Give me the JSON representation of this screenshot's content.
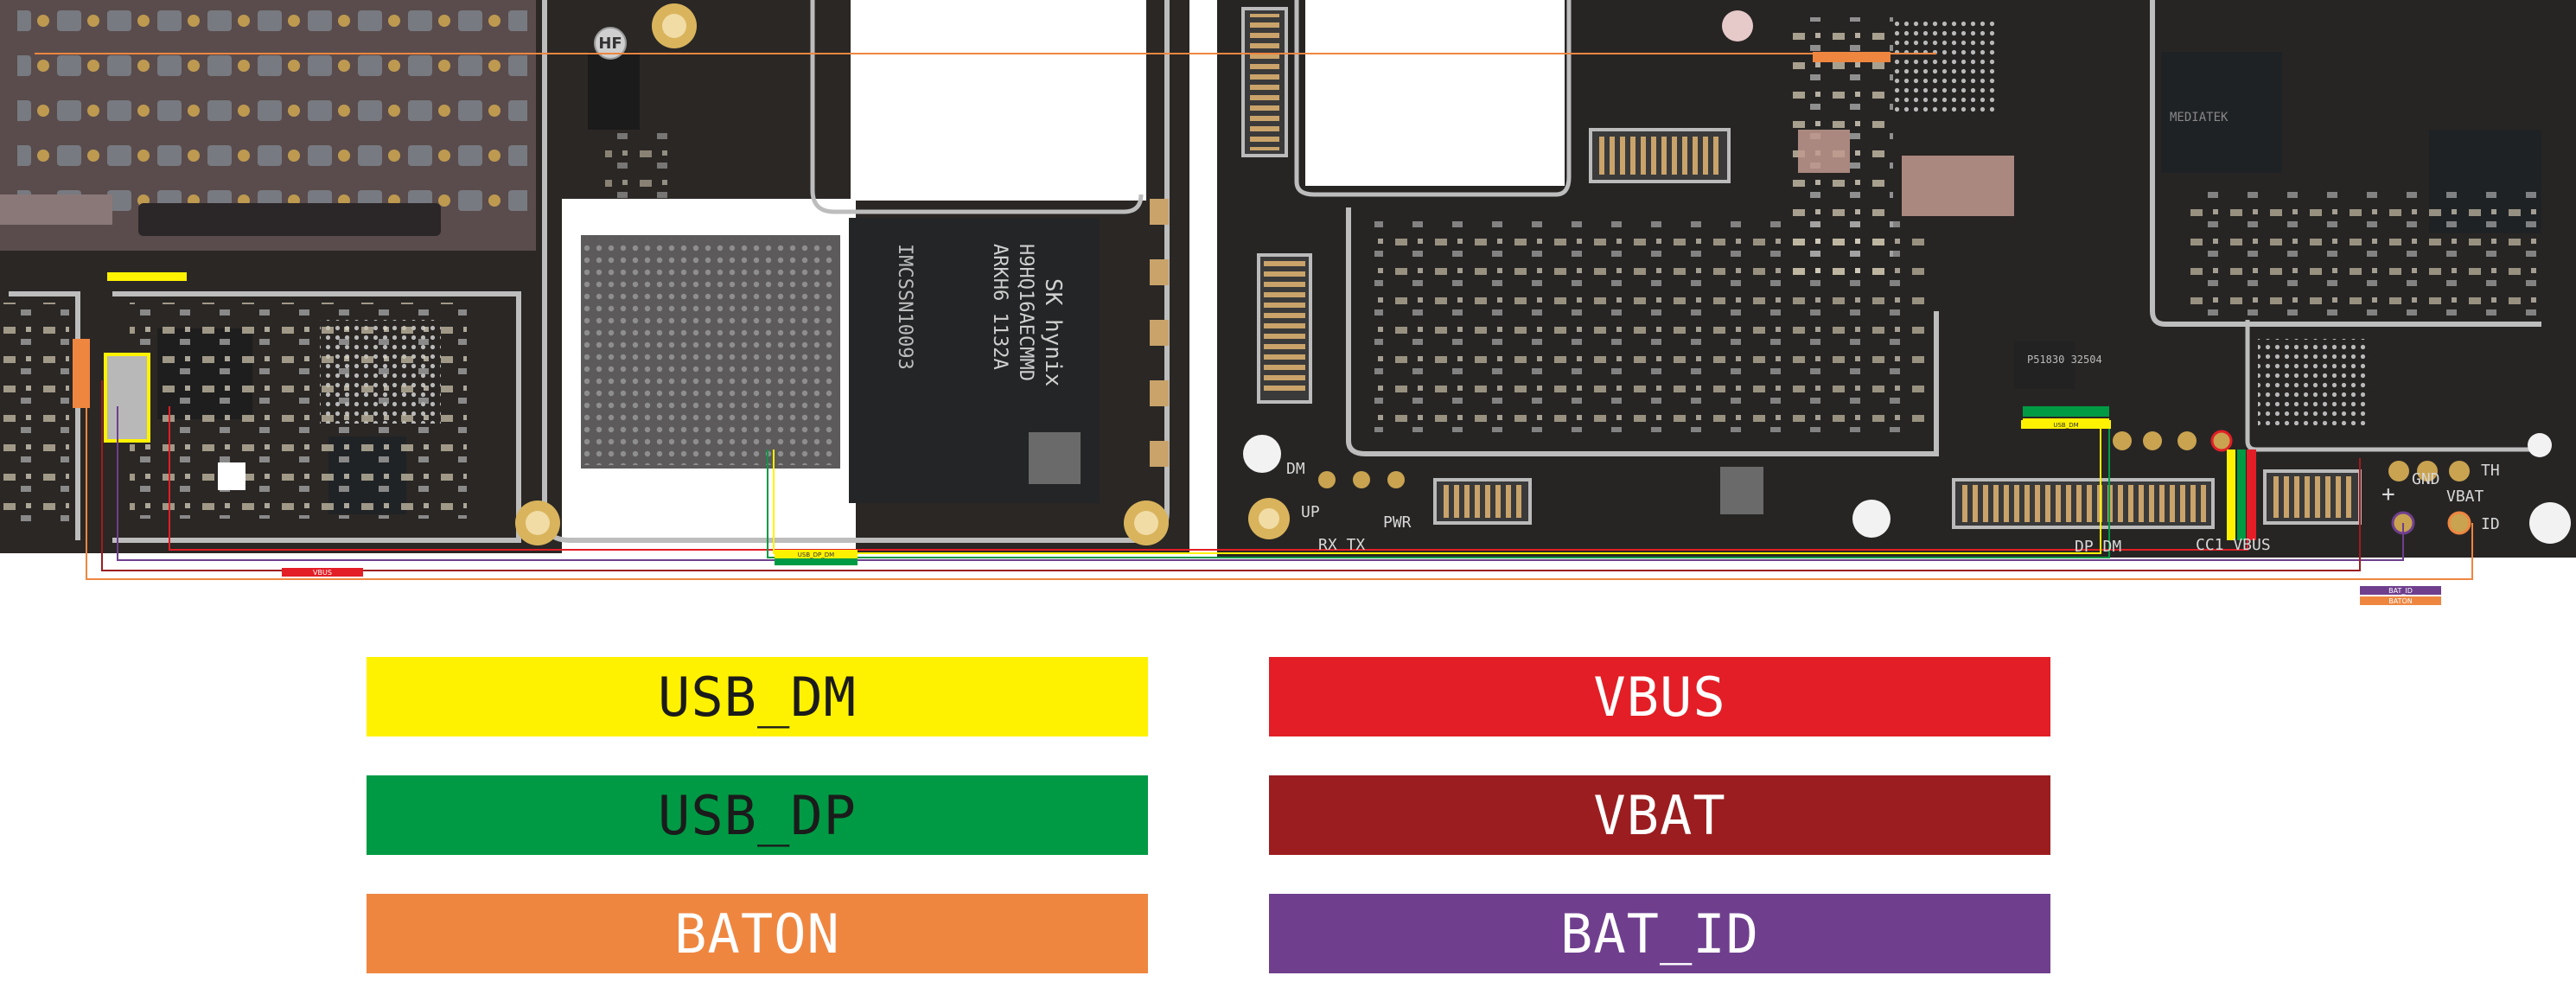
{
  "legend": [
    {
      "label": "USB_DM",
      "color": "#fff200",
      "text": "dark"
    },
    {
      "label": "USB_DP",
      "color": "#009a44",
      "text": "dark"
    },
    {
      "label": "BATON",
      "color": "#ef8640",
      "text": "light"
    },
    {
      "label": "VBUS",
      "color": "#e31e26",
      "text": "light"
    },
    {
      "label": "VBAT",
      "color": "#9c1d20",
      "text": "light"
    },
    {
      "label": "BAT_ID",
      "color": "#6f3f8e",
      "text": "light"
    }
  ],
  "board": {
    "left_pcb_labels": {
      "vbus_tag": "VBUS",
      "usb_tag": "USB_DP_DM",
      "vendor_mark": "HF",
      "flash_chip_line1": "SK hynix",
      "flash_chip_line2": "H9HQ16AECMMD",
      "flash_chip_line3": "ARKH6 1132A",
      "flash_chip_line4": "IMCSSN10093"
    },
    "right_pcb_labels": {
      "dm": "DM",
      "up": "UP",
      "rx_tx": "RX TX",
      "pwr": "PWR",
      "dp_dm": "DP DM",
      "cc1_vbus": "CC1 VBUS",
      "plus": "+",
      "gnd": "GND",
      "vbat": "VBAT",
      "th": "TH",
      "id": "ID",
      "usb_dm_tag": "USB_DM",
      "bat_id_tag": "BAT_ID",
      "baton_tag": "BATON",
      "ic_mark_1": "MEDIATEK",
      "ic_mark_2": "P51830 32504"
    }
  }
}
